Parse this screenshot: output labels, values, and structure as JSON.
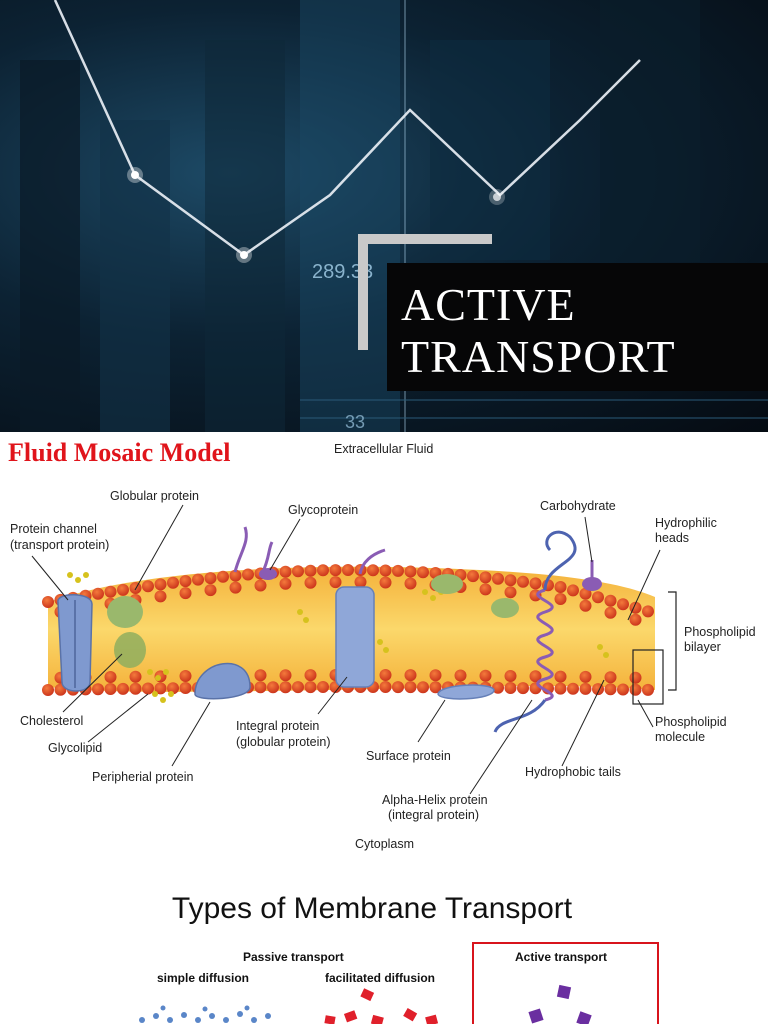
{
  "slide": {
    "title_line1": "ACTIVE",
    "title_line2": "TRANSPORT",
    "ticker_1": "289.33",
    "ticker_2": "33"
  },
  "mosaic": {
    "title": "Fluid Mosaic Model",
    "labels": {
      "extracellular": "Extracellular Fluid",
      "globular": "Globular protein",
      "glycoprotein": "Glycoprotein",
      "carbohydrate": "Carbohydrate",
      "channel_1": "Protein channel",
      "channel_2": "(transport protein)",
      "hydrophilic_1": "Hydrophilic",
      "hydrophilic_2": "heads",
      "bilayer_1": "Phospholipid",
      "bilayer_2": "bilayer",
      "molecule_1": "Phospholipid",
      "molecule_2": "molecule",
      "cholesterol": "Cholesterol",
      "glycolipid": "Glycolipid",
      "peripheral": "Peripherial protein",
      "integral_1": "Integral protein",
      "integral_2": "(globular protein)",
      "surface": "Surface protein",
      "hydrophobic": "Hydrophobic tails",
      "alpha_1": "Alpha-Helix protein",
      "alpha_2": "(integral protein)",
      "cytoplasm": "Cytoplasm"
    }
  },
  "types": {
    "title": "Types of Membrane Transport",
    "passive": "Passive transport",
    "simple": "simple diffusion",
    "facilitated": "facilitated diffusion",
    "active": "Active transport"
  },
  "colors": {
    "mosaic_title": "#e0141b",
    "head": "#e24b1c",
    "tail": "#f6c14a",
    "protein": "#8fa7d8",
    "active_border": "#d8141c"
  }
}
